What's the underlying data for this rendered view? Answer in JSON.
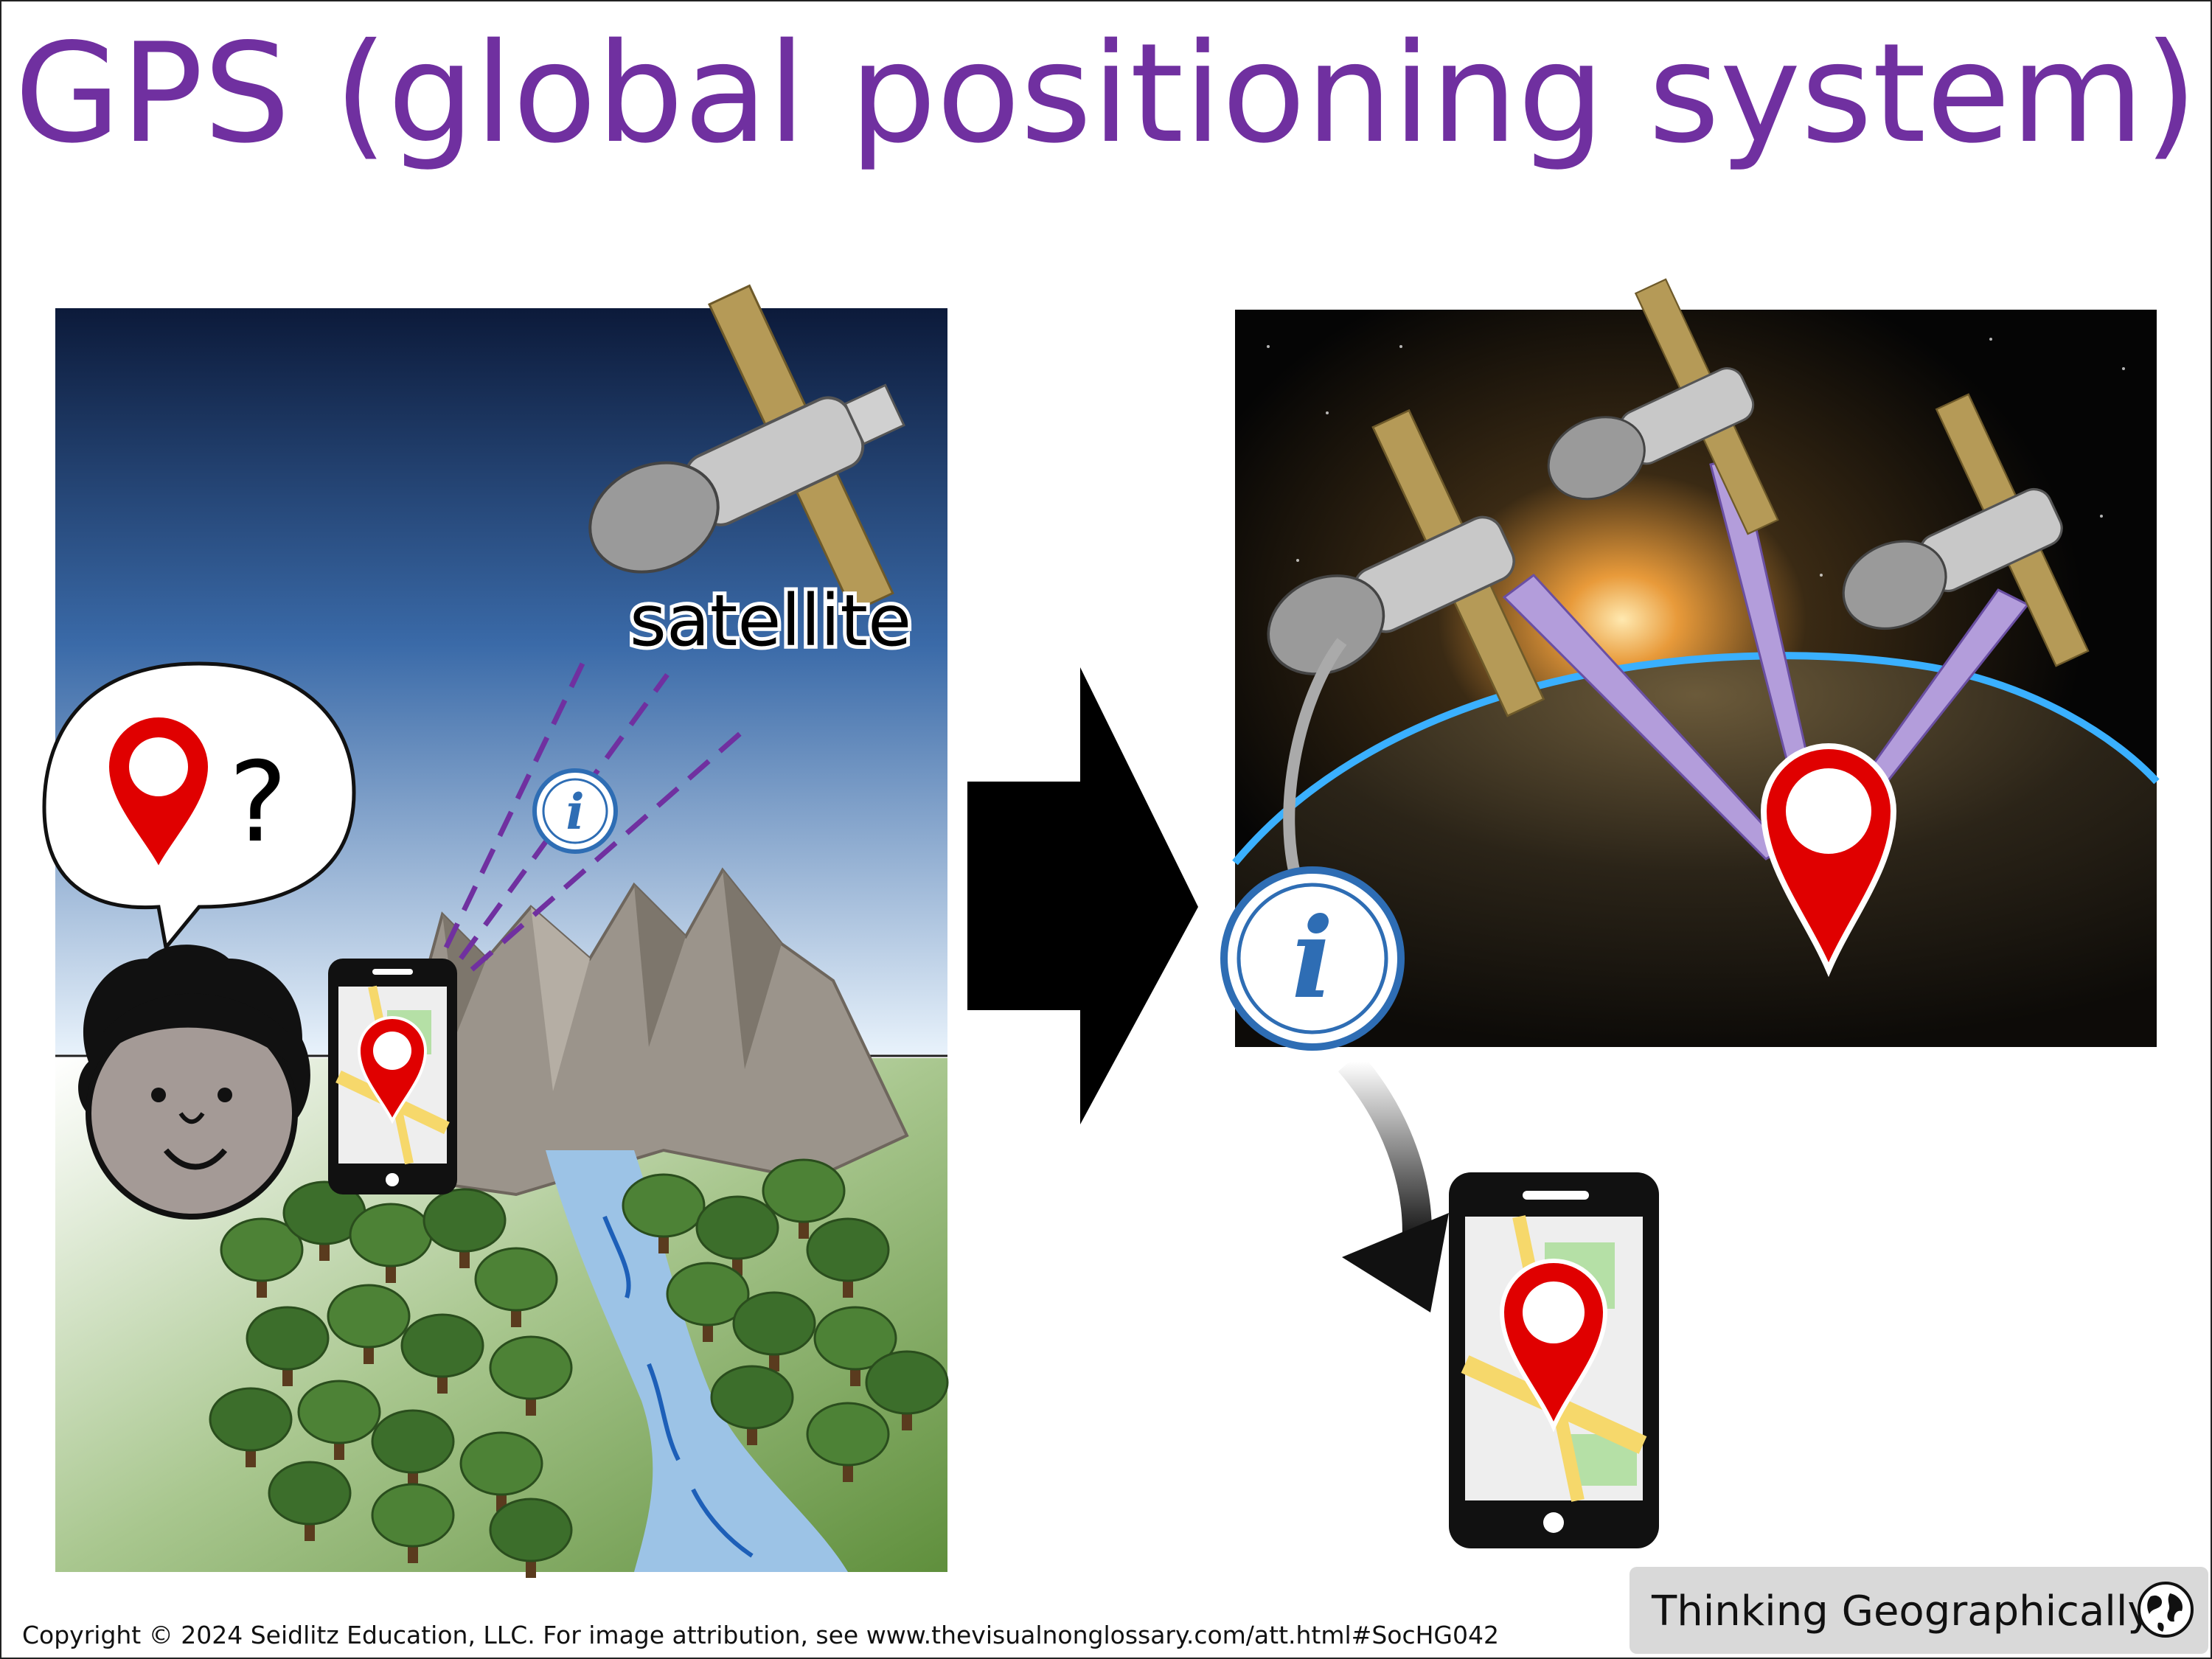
{
  "title": "GPS (global positioning system)",
  "labels": {
    "satellite": "satellite",
    "question": "?",
    "info": "i"
  },
  "footer": {
    "copyright": "Copyright © 2024 Seidlitz Education, LLC.  For image attribution, see www.thevisualnonglossary.com/att.html#SocHG042",
    "brand": "Thinking Geographically"
  },
  "colors": {
    "title": "#7030a0",
    "pin": "#e00000",
    "beam": "#b39ddb",
    "info": "#2e6db4",
    "dashes": "#7030a0"
  },
  "icons": [
    "satellite-icon",
    "map-pin-icon",
    "info-icon",
    "smartphone-icon",
    "globe-icon",
    "arrow-right-icon",
    "person-face-icon",
    "mountain-icon",
    "tree-icon",
    "river-icon",
    "speech-bubble-icon"
  ]
}
